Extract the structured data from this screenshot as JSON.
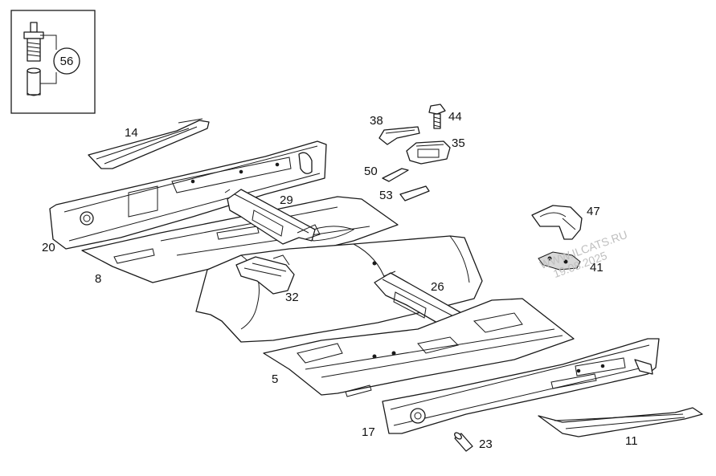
{
  "callouts": {
    "p56": "56",
    "p14": "14",
    "p20": "20",
    "p8": "8",
    "p29": "29",
    "p32": "32",
    "p5": "5",
    "p26": "26",
    "p17": "17",
    "p23": "23",
    "p11": "11",
    "p38": "38",
    "p44": "44",
    "p35": "35",
    "p50": "50",
    "p53": "53",
    "p47": "47",
    "p41": "41"
  },
  "watermark": {
    "line1": "WWW.ILCATS.RU",
    "line2": "19.08.2025"
  }
}
